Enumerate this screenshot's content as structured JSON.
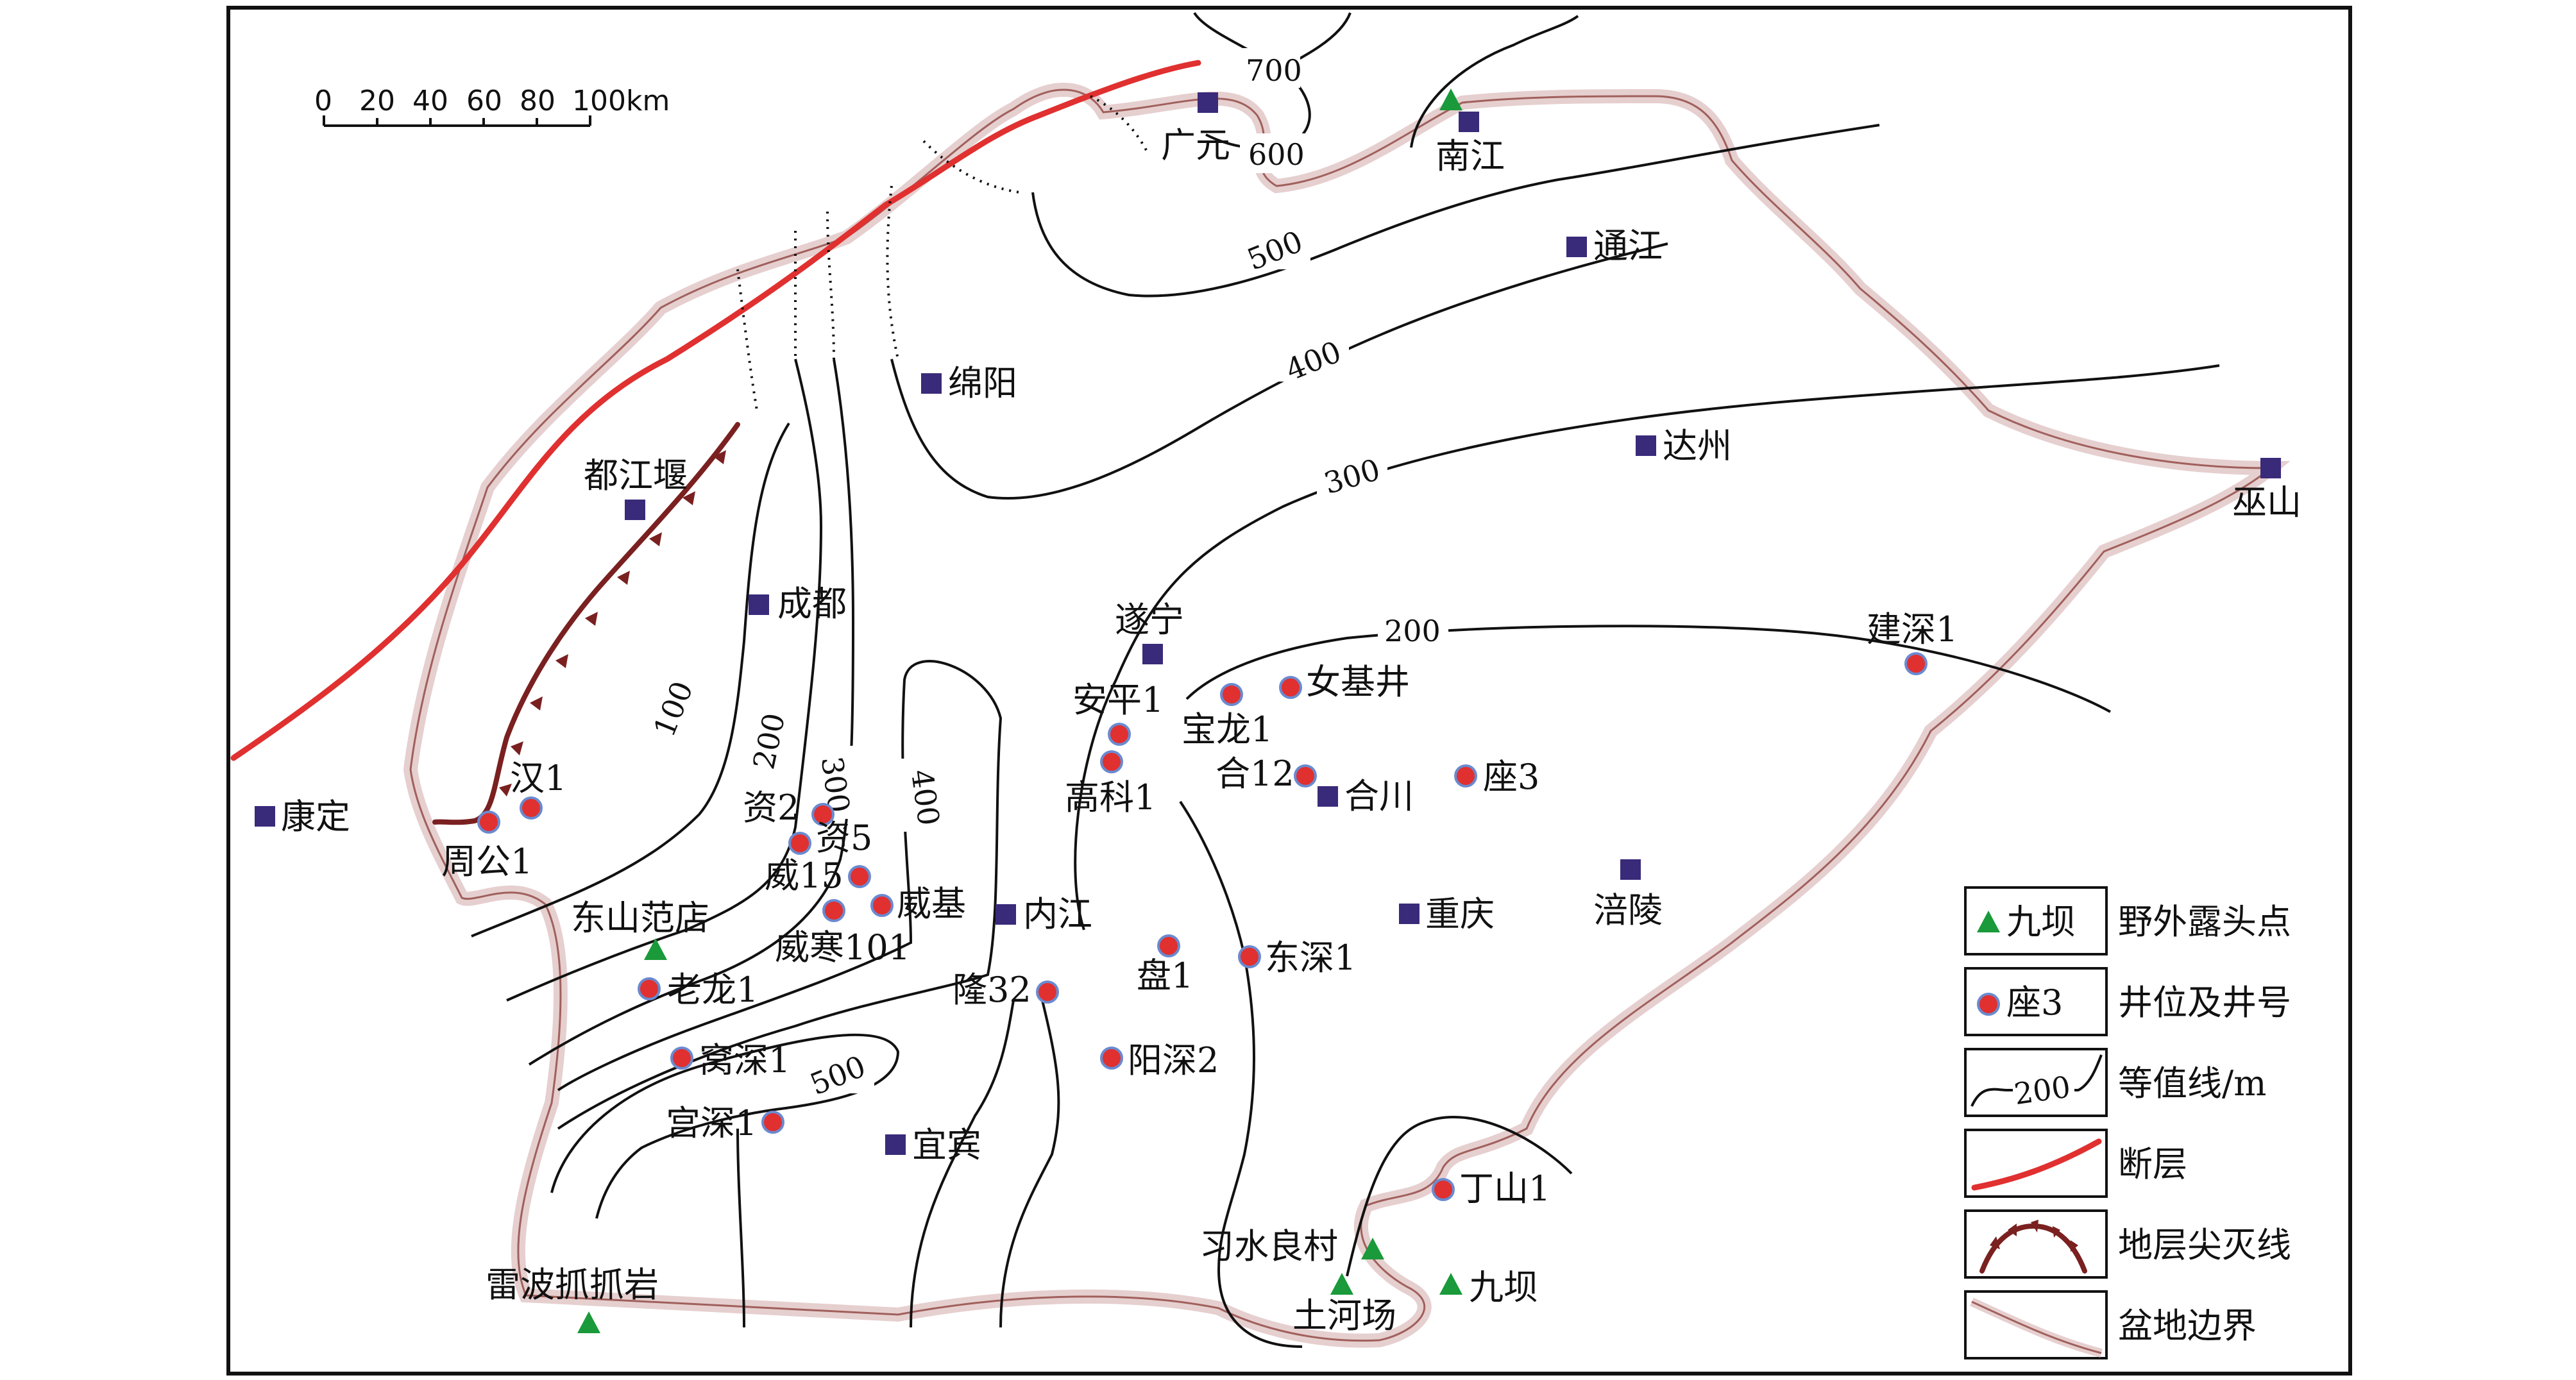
{
  "scale_bar": {
    "ticks": [
      "0",
      "20",
      "40",
      "60",
      "80",
      "100km"
    ]
  },
  "contour_labels": {
    "c700": "700",
    "c600": "600",
    "c500n": "500",
    "c400n": "400",
    "c300n": "300",
    "c200e": "200",
    "c100": "100",
    "c200w": "200",
    "c300w": "300",
    "c400w": "400",
    "c500s": "500"
  },
  "cities": {
    "guangyuan": "广元",
    "nanjiang": "南江",
    "tongjiang": "通江",
    "mianyang": "绵阳",
    "dazhou": "达州",
    "wushan": "巫山",
    "dujiangyan": "都江堰",
    "chengdu": "成都",
    "suining": "遂宁",
    "kangding": "康定",
    "neijiang": "内江",
    "hechuan": "合川",
    "chongqing": "重庆",
    "fuling": "涪陵",
    "yibin": "宜宾"
  },
  "wells": {
    "jianshen1": "建深1",
    "anping1": "安平1",
    "nvjijing": "女基井",
    "baolong1": "宝龙1",
    "gaoke1": "高科1",
    "he12": "合12",
    "zuo3": "座3",
    "han1": "汉1",
    "zhougong1": "周公1",
    "zi2": "资2",
    "zi5": "资5",
    "wei15": "威15",
    "weiji": "威基",
    "weihan101": "威寒101",
    "laolong1": "老龙1",
    "pan1": "盘1",
    "dongshen1": "东深1",
    "long32": "隆32",
    "binshen1": "窝深1",
    "yangshen2": "阳深2",
    "gongshen1": "宫深1",
    "dingshan1": "丁山1"
  },
  "outcrops": {
    "dongshanfandian": "东山范店",
    "leibozhuazhuayan": "雷波抓抓岩",
    "xishuiliangcun": "习水良村",
    "tuheichang": "土河场",
    "jiuba": "九坝"
  },
  "legend": {
    "outcrop_sample": "九坝",
    "outcrop_desc": "野外露头点",
    "well_sample": "座3",
    "well_desc": "井位及井号",
    "contour_sample": "200",
    "contour_desc": "等值线/m",
    "fault_desc": "断层",
    "pinchout_desc": "地层尖灭线",
    "basin_desc": "盆地边界"
  },
  "colors": {
    "fault": "#e03030",
    "pinchout": "#7a2020",
    "city_marker": "#3a2a7a",
    "well_marker": "#e03030",
    "outcrop_marker": "#1a9a3a",
    "basin_boundary": "#a0605c"
  }
}
